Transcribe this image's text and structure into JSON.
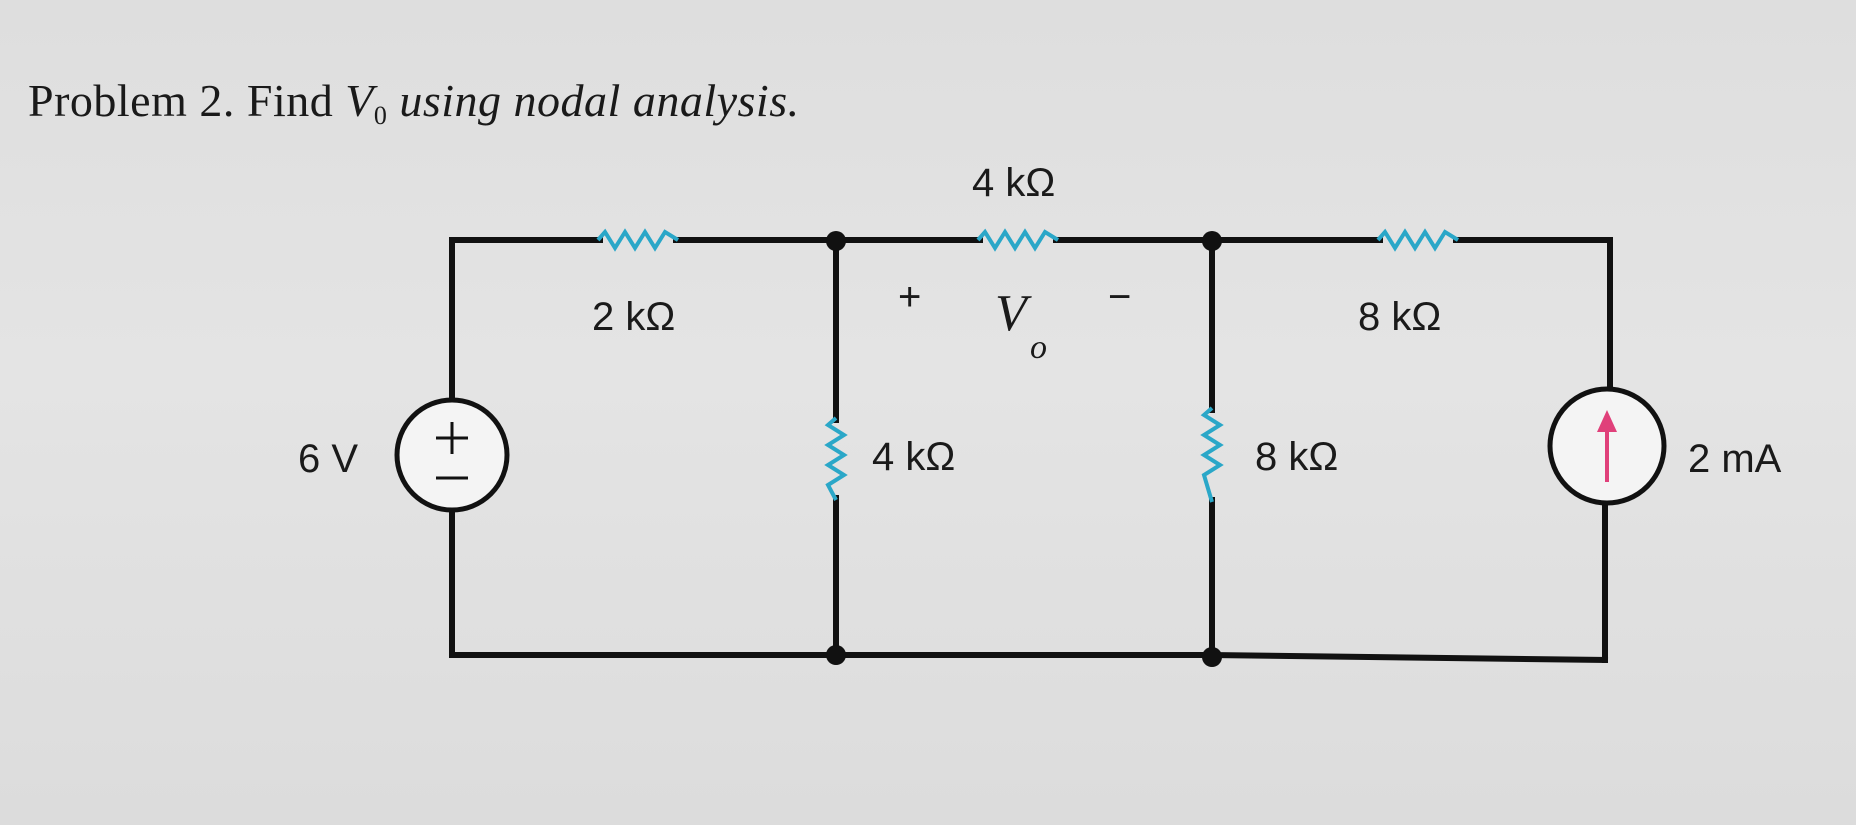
{
  "problem": {
    "prefix": "Problem 2. Find",
    "var_main": "V",
    "var_sub": "0",
    "suffix": "using nodal analysis."
  },
  "components": {
    "source_voltage": "6 V",
    "source_current": "2 mA",
    "r_top_left": "2 kΩ",
    "r_top_middle": "4 kΩ",
    "r_top_right": "8 kΩ",
    "r_shunt_left": "4 kΩ",
    "r_shunt_right": "8 kΩ"
  },
  "vo": {
    "plus": "+",
    "minus": "−",
    "main": "V",
    "sub": "o"
  },
  "colors": {
    "wire": "#111111",
    "resistor": "#2aa7c8",
    "arrow": "#e0407a"
  }
}
